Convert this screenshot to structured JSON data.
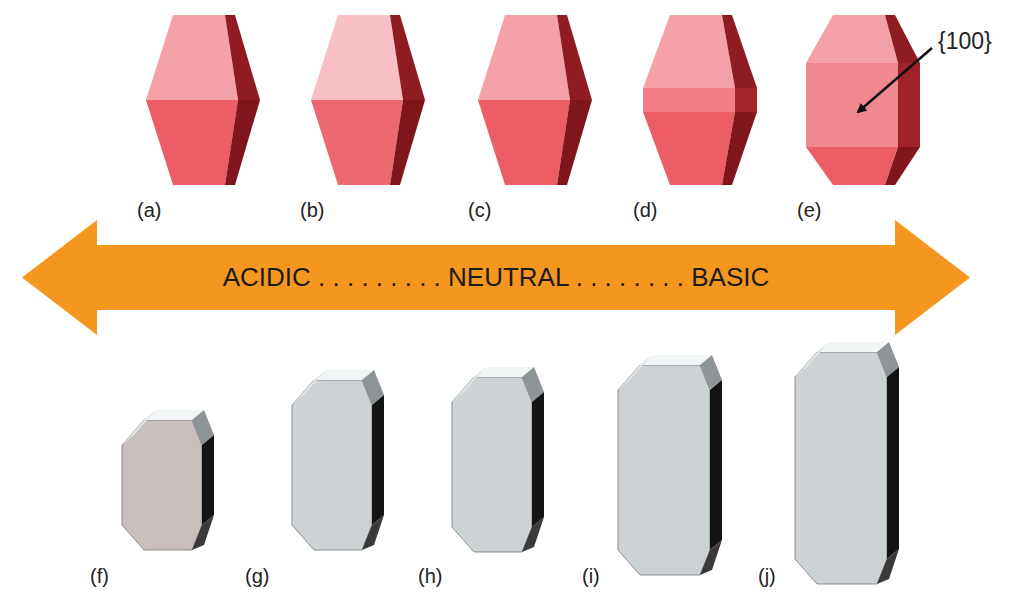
{
  "diagram": {
    "nodes": [
      {
        "text": [
          "ACIDIC . . . . . . . . . NEUTRAL . . . . . . . . BASIC"
        ]
      }
    ],
    "labels": [
      "(a)",
      "(b)",
      "(c)",
      "(d)",
      "(e)",
      "{100}",
      "(f)",
      "(g)",
      "(h)",
      "(i)",
      "(j)"
    ]
  }
}
